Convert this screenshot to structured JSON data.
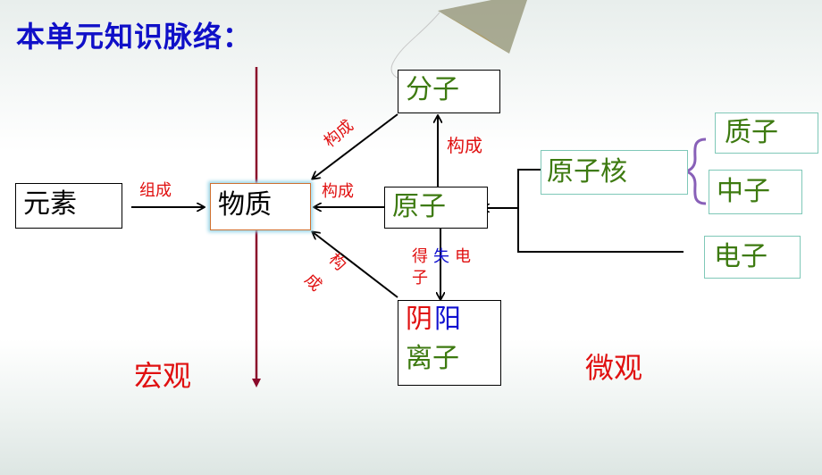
{
  "title": "本单元知识脉络：",
  "nodes": {
    "yuansu": "元素",
    "wuzhi": "物质",
    "fenzi": "分子",
    "yuanzi": "原子",
    "yin": "阴",
    "yang": "阳",
    "lizi": "离子",
    "yuanzihe": "原子核",
    "zhizi": "质子",
    "zhongzi": "中子",
    "dianzi": "电子"
  },
  "edge_labels": {
    "zucheng": "组成",
    "goucheng_fenzi": "构成",
    "goucheng_yuanzi_fenzi": "构成",
    "goucheng_yuanzi_wuzhi": "构成",
    "goucheng_lizi_gou": "构",
    "goucheng_lizi_cheng": "成",
    "deshi_de": "得",
    "deshi_shi": "失",
    "deshi_dian": "电",
    "deshi_zi": "子"
  },
  "region_labels": {
    "macro": "宏观",
    "micro": "微观"
  },
  "brace": "{"
}
